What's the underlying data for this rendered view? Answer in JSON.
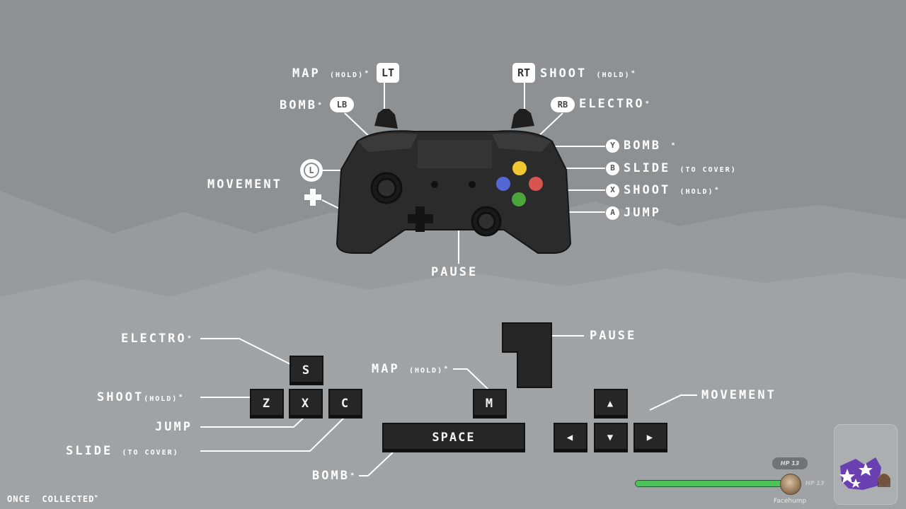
{
  "controller": {
    "map": {
      "label": "MAP",
      "sub": "(HOLD)",
      "star": "*",
      "badge": "LT"
    },
    "shoot_trigger": {
      "label": "SHOOT",
      "sub": "(HOLD)",
      "star": "*",
      "badge": "RT"
    },
    "bomb_bumper": {
      "label": "BOMB",
      "star": "*",
      "badge": "LB"
    },
    "electro_bumper": {
      "label": "ELECTRO",
      "star": "*",
      "badge": "RB"
    },
    "movement": {
      "label": "MOVEMENT",
      "badge": "L"
    },
    "pause": {
      "label": "PAUSE"
    },
    "buttons": [
      {
        "glyph": "Y",
        "label": "BOMB",
        "sub": "",
        "star": "*",
        "color": "#f2c631"
      },
      {
        "glyph": "B",
        "label": "SLIDE",
        "sub": "(TO COVER)",
        "star": "",
        "color": "#d9534f"
      },
      {
        "glyph": "X",
        "label": "SHOOT",
        "sub": "(HOLD)",
        "star": "*",
        "color": "#5468d4"
      },
      {
        "glyph": "A",
        "label": "JUMP",
        "sub": "",
        "star": "",
        "color": "#4aa63a"
      }
    ]
  },
  "keyboard": {
    "electro": {
      "label": "ELECTRO",
      "star": "*",
      "key": "S"
    },
    "shoot": {
      "label": "SHOOT",
      "sub": "(HOLD)",
      "star": "*",
      "key": "Z"
    },
    "jump": {
      "label": "JUMP",
      "key": "X"
    },
    "slide": {
      "label": "SLIDE",
      "sub": "(TO COVER)",
      "key": "C"
    },
    "map": {
      "label": "MAP",
      "sub": "(HOLD)",
      "star": "*",
      "key": "M"
    },
    "bomb": {
      "label": "BOMB",
      "star": "*",
      "key": "SPACE"
    },
    "pause": {
      "label": "PAUSE"
    },
    "movement": {
      "label": "MOVEMENT",
      "keys": [
        "▲",
        "◀",
        "▼",
        "▶"
      ]
    }
  },
  "footer": {
    "once": "ONCE",
    "collected": "COLLECTED",
    "star": "*"
  },
  "hud": {
    "hp_bubble": "HP 13",
    "hp_text": "HP 13",
    "player_name": "Facehump",
    "hp_fraction": 1.0,
    "colors": {
      "hp_fill": "#4ec25a",
      "controller_body": "#2b2b2b"
    }
  }
}
